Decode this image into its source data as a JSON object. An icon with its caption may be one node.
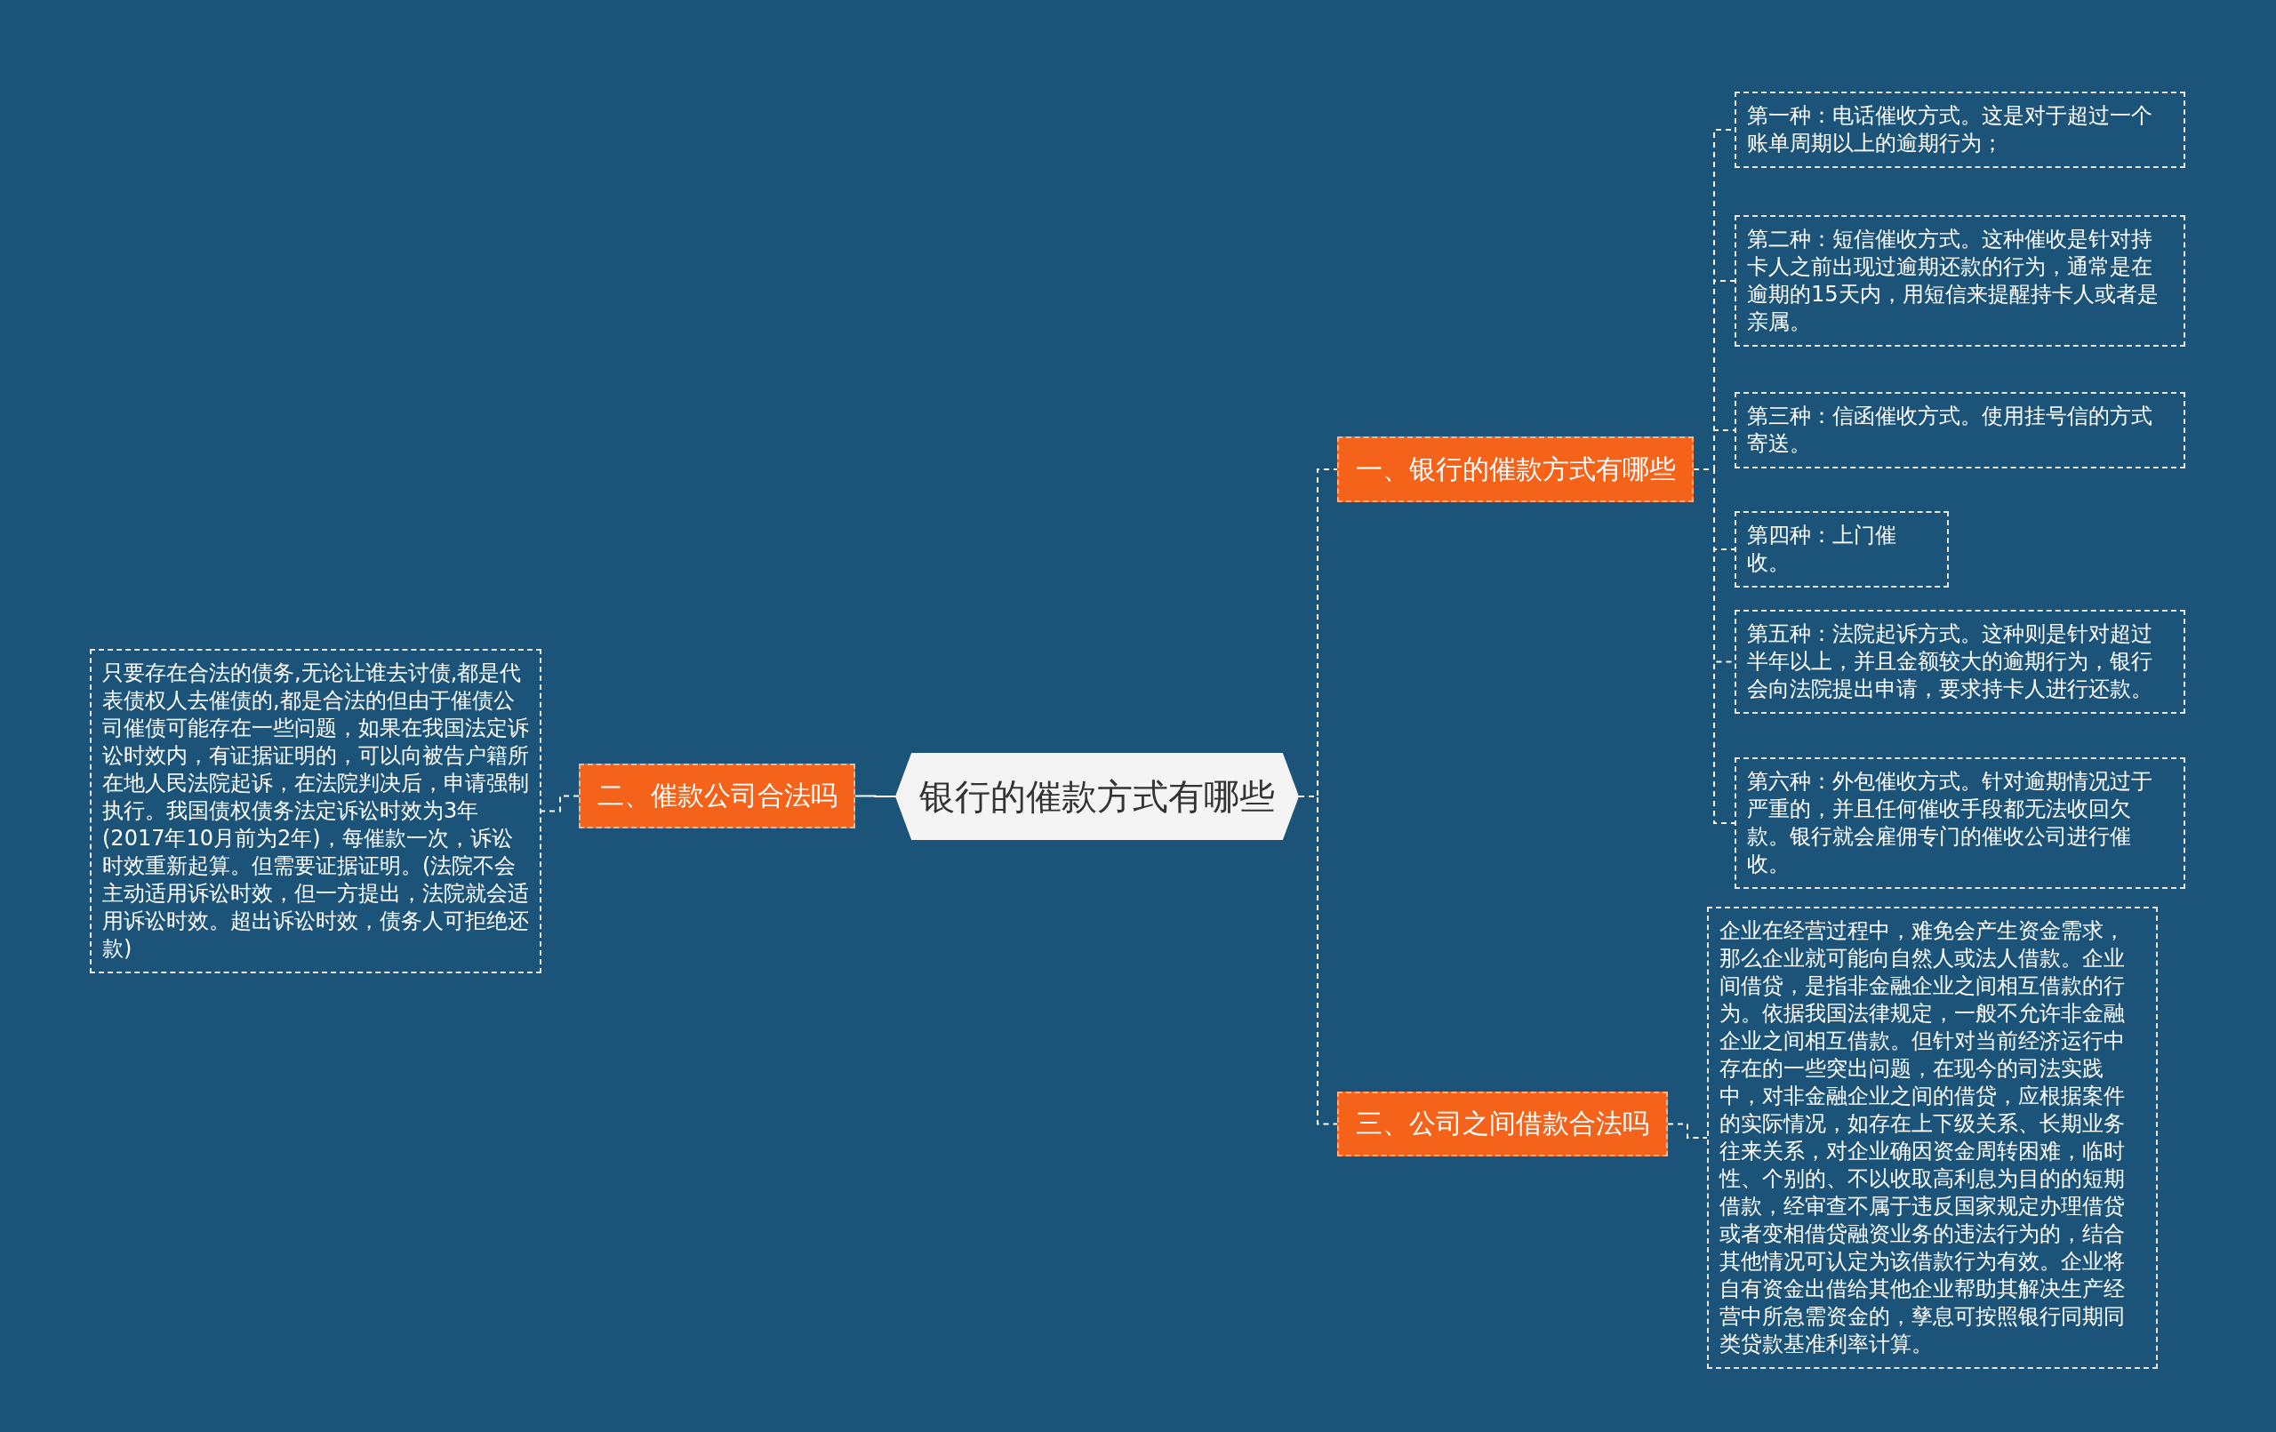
{
  "diagram": {
    "nodes": [
      {
        "text": [
          "银行的催款方式有哪些"
        ]
      },
      {
        "text": [
          "一、银行的催款方式有哪些"
        ]
      },
      {
        "text": [
          "第一种：电话催收方式。这是对于超过一个账单周期以上的逾期行为；"
        ]
      },
      {
        "text": [
          "第二种：短信催收方式。这种催收是针对持卡人之前出现过逾期还款的行为，通常是在逾期的15天内，用短信来提醒持卡人或者是亲属。"
        ]
      },
      {
        "text": [
          "第三种：信函催收方式。使用挂号信的方式寄送。"
        ]
      },
      {
        "text": [
          "第四种：上门催收。"
        ]
      },
      {
        "text": [
          "第五种：法院起诉方式。这种则是针对超过半年以上，并且金额较大的逾期行为，银行会向法院提出申请，要求持卡人进行还款。"
        ]
      },
      {
        "text": [
          "第六种：外包催收方式。针对逾期情况过于严重的，并且任何催收手段都无法收回欠款。银行就会雇佣专门的催收公司进行催收。"
        ]
      },
      {
        "text": [
          "二、催款公司合法吗"
        ]
      },
      {
        "text": [
          "只要存在合法的债务,无论让谁去讨债,都是代表债权人去催债的,都是合法的但由于催债公司催债可能存在一些问题，如果在我国法定诉讼时效内，有证据证明的，可以向被告户籍所在地人民法院起诉，在法院判决后，申请强制执行。我国债权债务法定诉讼时效为3年(2017年10月前为2年)，每催款一次，诉讼时效重新起算。但需要证据证明。(法院不会主动适用诉讼时效，但一方提出，法院就会适用诉讼时效。超出诉讼时效，债务人可拒绝还款)"
        ]
      },
      {
        "text": [
          "三、公司之间借款合法吗"
        ]
      },
      {
        "text": [
          "企业在经营过程中，难免会产生资金需求，那么企业就可能向自然人或法人借款。企业间借贷，是指非金融企业之间相互借款的行为。依据我国法律规定，一般不允许非金融企业之间相互借款。但针对当前经济运行中存在的一些突出问题，在现今的司法实践中，对非金融企业之间的借贷，应根据案件的实际情况，如存在上下级关系、长期业务往来关系，对企业确因资金周转困难，临时性、个别的、不以收取高利息为目的的短期借款，经审查不属于违反国家规定办理借贷或者变相借贷融资业务的违法行为的，结合其他情况可认定为该借款行为有效。企业将自有资金出借给其他企业帮助其解决生产经营中所急需资金的，孳息可按照银行同期同类贷款基准利率计算。"
        ]
      }
    ],
    "edges": [
      {
        "from": 0,
        "to": 1,
        "arrow": "none",
        "style": "dashed"
      },
      {
        "from": 1,
        "to": 2,
        "arrow": "none",
        "style": "dashed"
      },
      {
        "from": 1,
        "to": 3,
        "arrow": "none",
        "style": "dashed"
      },
      {
        "from": 1,
        "to": 4,
        "arrow": "none",
        "style": "dashed"
      },
      {
        "from": 1,
        "to": 5,
        "arrow": "none",
        "style": "dashed"
      },
      {
        "from": 1,
        "to": 6,
        "arrow": "none",
        "style": "dashed"
      },
      {
        "from": 1,
        "to": 7,
        "arrow": "none",
        "style": "dashed"
      },
      {
        "from": 0,
        "to": 8,
        "arrow": "none"
      },
      {
        "from": 8,
        "to": 9,
        "arrow": "none",
        "style": "dashed"
      },
      {
        "from": 0,
        "to": 10,
        "arrow": "none",
        "style": "dashed"
      },
      {
        "from": 10,
        "to": 11,
        "arrow": "none",
        "style": "dashed"
      }
    ]
  }
}
